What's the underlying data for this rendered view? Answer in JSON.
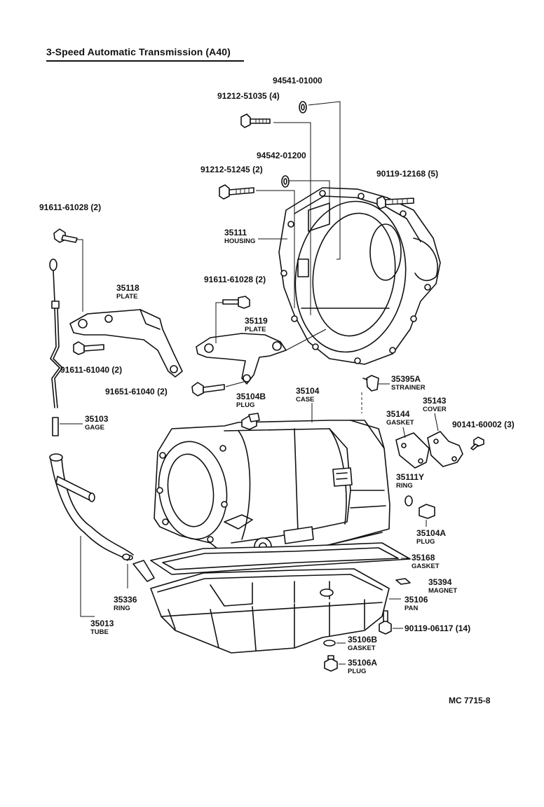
{
  "title": "3-Speed Automatic Transmission (A40)",
  "drawing_code": "MC 7715-8",
  "parts": {
    "p9454101000": {
      "num": "94541-01000"
    },
    "p9121251035": {
      "num": "91212-51035 (4)"
    },
    "p9454201200": {
      "num": "94542-01200"
    },
    "p9121251245": {
      "num": "91212-51245 (2)"
    },
    "p9011912168": {
      "num": "90119-12168 (5)"
    },
    "p9161161028a": {
      "num": "91611-61028 (2)"
    },
    "p35111": {
      "num": "35111",
      "name": "HOUSING"
    },
    "p35118": {
      "num": "35118",
      "name": "PLATE"
    },
    "p9161161028b": {
      "num": "91611-61028 (2)"
    },
    "p35119": {
      "num": "35119",
      "name": "PLATE"
    },
    "p9161161040": {
      "num": "91611-61040 (2)"
    },
    "p9165161040": {
      "num": "91651-61040 (2)"
    },
    "p35395A": {
      "num": "35395A",
      "name": "STRAINER"
    },
    "p35104B": {
      "num": "35104B",
      "name": "PLUG"
    },
    "p35104": {
      "num": "35104",
      "name": "CASE"
    },
    "p35143": {
      "num": "35143",
      "name": "COVER"
    },
    "p35144": {
      "num": "35144",
      "name": "GASKET"
    },
    "p9014160002": {
      "num": "90141-60002 (3)"
    },
    "p35103": {
      "num": "35103",
      "name": "GAGE"
    },
    "p35111Y": {
      "num": "35111Y",
      "name": "RING"
    },
    "p35104A": {
      "num": "35104A",
      "name": "PLUG"
    },
    "p35168": {
      "num": "35168",
      "name": "GASKET"
    },
    "p35394": {
      "num": "35394",
      "name": "MAGNET"
    },
    "p35106": {
      "num": "35106",
      "name": "PAN"
    },
    "p35336": {
      "num": "35336",
      "name": "RING"
    },
    "p9011906117": {
      "num": "90119-06117 (14)"
    },
    "p35013": {
      "num": "35013",
      "name": "TUBE"
    },
    "p35106B": {
      "num": "35106B",
      "name": "GASKET"
    },
    "p35106A": {
      "num": "35106A",
      "name": "PLUG"
    }
  }
}
